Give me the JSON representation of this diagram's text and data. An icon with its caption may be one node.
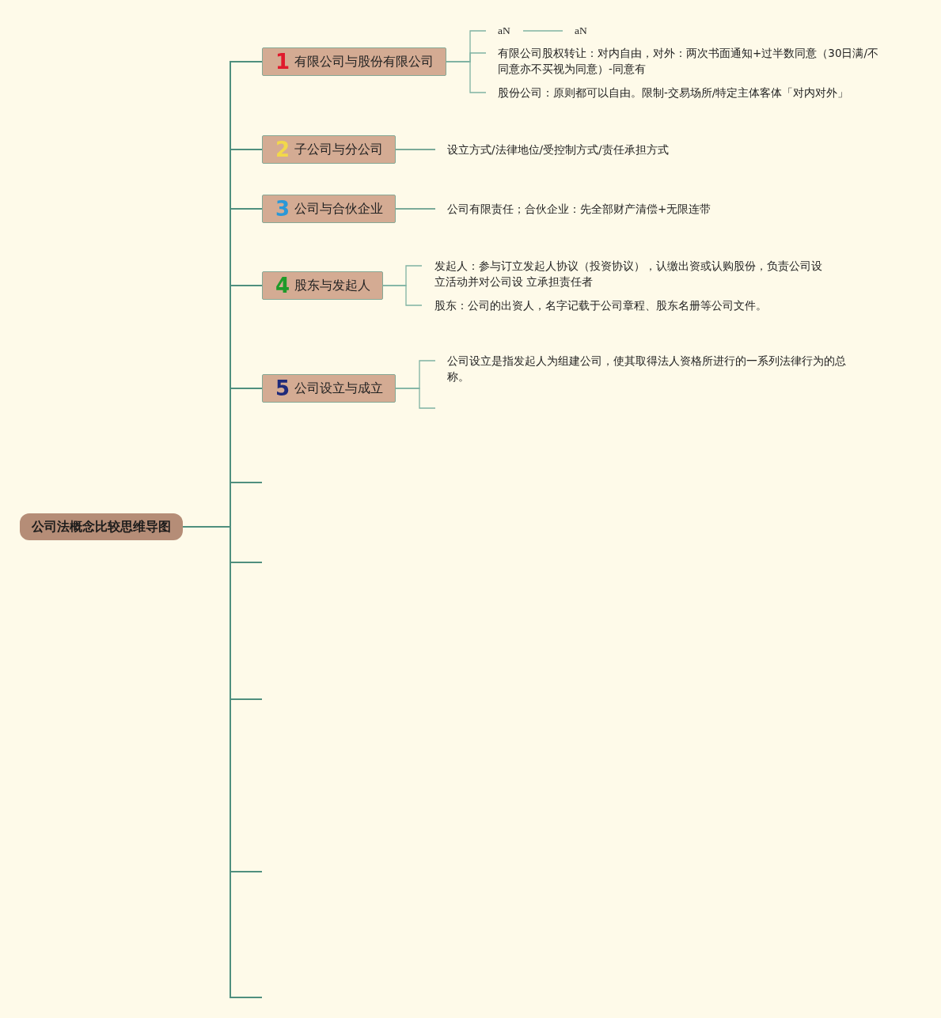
{
  "diagram": {
    "nodes": [
      {
        "text": [
          "公司法概念比较思维导图"
        ]
      },
      {
        "text": [
          "1",
          "有限公司与股份有限公司"
        ]
      },
      {
        "text": [
          "aN"
        ]
      },
      {
        "text": [
          "aN"
        ]
      },
      {
        "text": [
          "有限公司股权转让：对内自由，对外：两次书面通知+过半数同意（30日满/不同意亦不买视为同意）-同意有"
        ]
      },
      {
        "text": [
          "股份公司：原则都可以自由。限制-交易场所/特定主体客体「对内对外」"
        ]
      },
      {
        "text": [
          "2",
          "子公司与分公司"
        ]
      },
      {
        "text": [
          "设立方式/法律地位/受控制方式/责任承担方式"
        ]
      },
      {
        "text": [
          "3",
          "公司与合伙企业"
        ]
      },
      {
        "text": [
          "公司有限责任；合伙企业：先全部财产清偿+无限连带"
        ]
      },
      {
        "text": [
          "4",
          "股东与发起人"
        ]
      },
      {
        "text": [
          "发起人：参与订立发起人协议（投资协议），认缴出资或认购股份，负责公司设立活动并对公司设 立承担责任者"
        ]
      },
      {
        "text": [
          "股东：公司的出资人，名字记载于公司章程、股东名册等公司文件。"
        ]
      },
      {
        "text": [
          "5",
          "公司设立与成立"
        ]
      },
      {
        "text": [
          "公司设立是指发起人为组建公司，使其取得法人资格所进行的一系列法律行为的总称。"
        ]
      }
    ],
    "edges": [
      {
        "from": 0,
        "to": 1,
        "arrow": "none"
      },
      {
        "from": 0,
        "to": 6,
        "arrow": "none"
      },
      {
        "from": 0,
        "to": 8,
        "arrow": "none"
      },
      {
        "from": 0,
        "to": 10,
        "arrow": "none"
      },
      {
        "from": 0,
        "to": 13,
        "arrow": "none"
      },
      {
        "from": 0,
        "to": null,
        "arrow": "none"
      },
      {
        "from": 0,
        "to": null,
        "arrow": "none"
      },
      {
        "from": 0,
        "to": null,
        "arrow": "none"
      },
      {
        "from": 0,
        "to": null,
        "arrow": "none"
      },
      {
        "from": 0,
        "to": null,
        "arrow": "none"
      },
      {
        "from": 1,
        "to": 2,
        "arrow": "none"
      },
      {
        "from": 1,
        "to": 4,
        "arrow": "none"
      },
      {
        "from": 1,
        "to": 5,
        "arrow": "none"
      },
      {
        "from": 2,
        "to": 3,
        "arrow": "none"
      },
      {
        "from": 6,
        "to": 7,
        "arrow": "none"
      },
      {
        "from": 8,
        "to": 9,
        "arrow": "none"
      },
      {
        "from": 10,
        "to": 11,
        "arrow": "none"
      },
      {
        "from": 10,
        "to": 12,
        "arrow": "none"
      },
      {
        "from": 13,
        "to": 14,
        "arrow": "none"
      },
      {
        "from": 13,
        "to": null,
        "arrow": "none"
      }
    ]
  }
}
